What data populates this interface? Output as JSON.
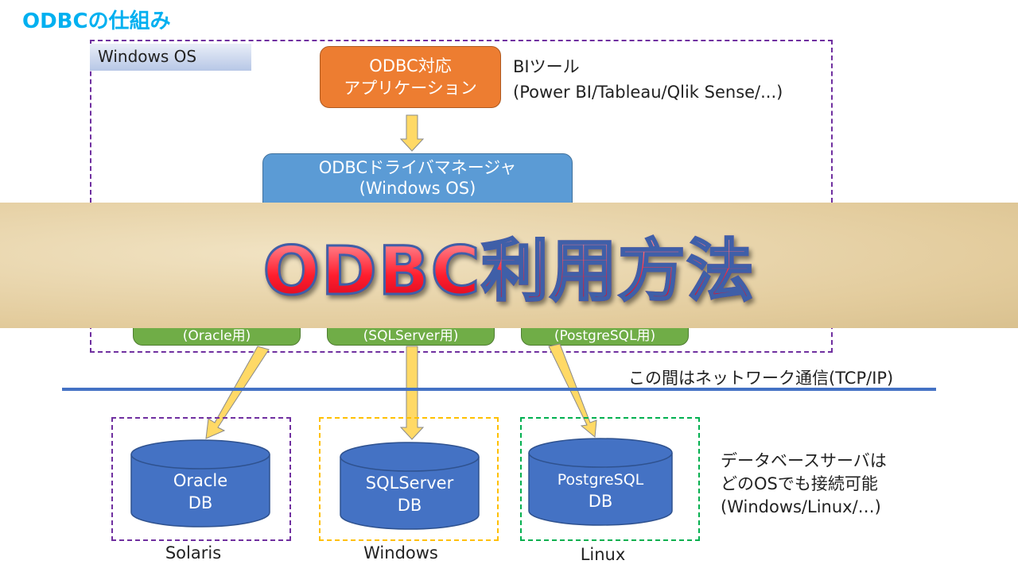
{
  "title": "ODBCの仕組み",
  "windows_os_label": "Windows OS",
  "app_box": {
    "line1": "ODBC対応",
    "line2": "アプリケーション"
  },
  "bi_note": {
    "line1": "BIツール",
    "line2": "(Power BI/Tableau/Qlik Sense/...)"
  },
  "driver_manager": {
    "line1": "ODBCドライバマネージャ",
    "line2": "(Windows OS)"
  },
  "drivers": [
    {
      "sub": "(Oracle用)"
    },
    {
      "sub": "(SQLServer用)"
    },
    {
      "sub": "(PostgreSQL用)"
    }
  ],
  "banner_title": "ODBC利用方法",
  "network_note": "この間はネットワーク通信(TCP/IP)",
  "databases": [
    {
      "line1": "Oracle",
      "line2": "DB",
      "host": "Solaris"
    },
    {
      "line1": "SQLServer",
      "line2": "DB",
      "host": "Windows"
    },
    {
      "line1": "PostgreSQL",
      "line2": "DB",
      "host": "Linux"
    }
  ],
  "db_note": {
    "line1": "データベースサーバは",
    "line2": "どのOSでも接続可能",
    "line3": "(Windows/Linux/…)"
  },
  "colors": {
    "title": "#00b0f0",
    "app": "#ed7d31",
    "manager": "#5b9bd5",
    "driver": "#70ad47",
    "db": "#4472c4",
    "arrow": "#ffd966"
  }
}
